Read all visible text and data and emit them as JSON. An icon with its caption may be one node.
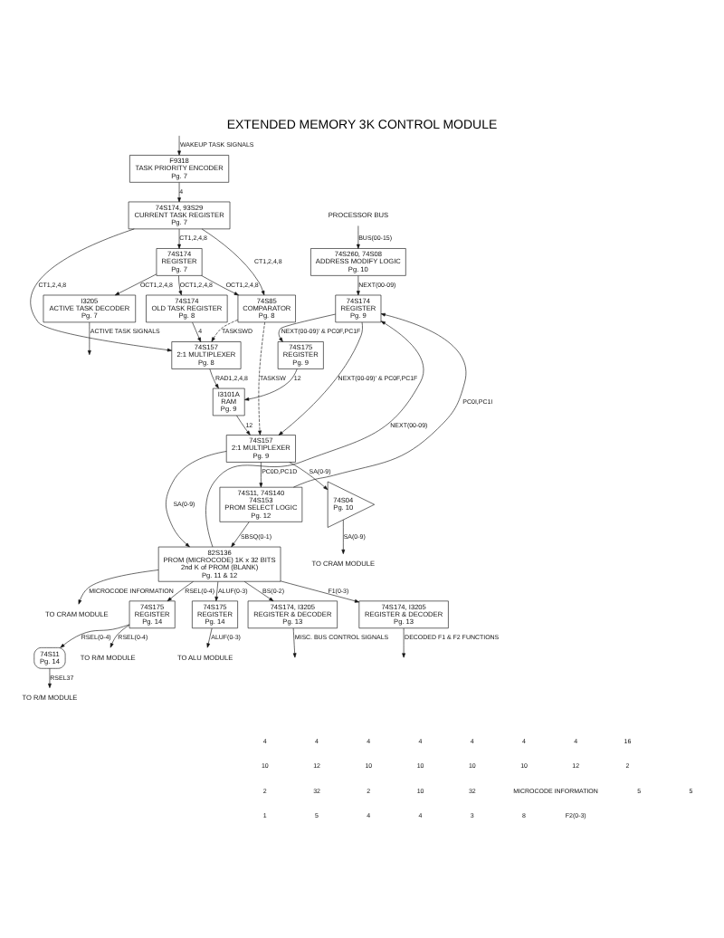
{
  "diagram": {
    "title": "EXTENDED MEMORY 3K CONTROL MODULE",
    "nodes": [
      {
        "text": [
          "F9318",
          "TASK PRIORITY ENCODER",
          "Pg. 7"
        ]
      },
      {
        "text": [
          "74S174",
          "REGISTER",
          "Pg. 7"
        ]
      },
      {
        "text": [
          "I3205",
          "ACTIVE TASK DECODER",
          "Pg. 7"
        ]
      },
      {
        "text": [
          "74S174, 93S29",
          "CURRENT TASK REGISTER",
          "Pg. 7"
        ]
      },
      {
        "text": [
          "74S85",
          "COMPARATOR",
          "Pg. 8"
        ]
      },
      {
        "text": [
          "74S174",
          "OLD TASK REGISTER",
          "Pg. 8"
        ]
      },
      {
        "text": [
          "74S157",
          "2:1 MULTIPLEXER",
          "Pg. 8"
        ]
      },
      {
        "text": [
          "PROCESSOR BUS"
        ]
      },
      {
        "text": [
          "74S260, 74S08",
          "ADDRESS MODIFY LOGIC",
          "Pg. 10"
        ]
      },
      {
        "text": [
          "74S175",
          "REGISTER",
          "Pg. 9"
        ]
      },
      {
        "text": [
          "I3101A",
          "RAM",
          "Pg. 9"
        ]
      },
      {
        "text": [
          "74S04",
          "Pg. 10"
        ]
      },
      {
        "text": [
          "TO CRAM MODULE"
        ]
      },
      {
        "text": [
          "82S136",
          "PROM (MICROCODE) 1K x 32 BITS",
          "2nd K of PROM (BLANK)",
          "Pg. 11 & 12"
        ]
      },
      {
        "text": [
          "74S157",
          "2:1 MULTIPLEXER",
          "Pg. 9"
        ]
      },
      {
        "text": [
          "74S174",
          "REGISTER",
          "Pg. 9"
        ]
      },
      {
        "text": [
          "TO CRAM MODULE"
        ]
      },
      {
        "text": [
          "74S11, 74S140",
          "74S153",
          "PROM SELECT LOGIC",
          "Pg. 12"
        ]
      },
      {
        "text": [
          "74S175",
          "REGISTER",
          "Pg. 14"
        ]
      },
      {
        "text": [
          "74S11",
          "Pg. 14"
        ]
      },
      {
        "text": [
          "TO R/M MODULE"
        ]
      },
      {
        "text": [
          "TO R/M MODULE"
        ]
      },
      {
        "text": [
          "74S175",
          "REGISTER",
          "Pg. 14"
        ]
      },
      {
        "text": [
          "TO ALU MODULE"
        ]
      },
      {
        "text": [
          "74S174, I3205",
          "REGISTER & DECODER",
          "Pg. 13"
        ]
      },
      {
        "text": [
          "74S174, I3205",
          "REGISTER & DECODER",
          "Pg. 13"
        ]
      }
    ],
    "edges": [
      {
        "from": null,
        "to": 0,
        "arrow": "to",
        "label": "WAKEUP TASK SIGNALS"
      },
      {
        "from": 0,
        "to": 3,
        "arrow": "to",
        "label": "4"
      },
      {
        "from": 3,
        "to": 1,
        "arrow": "to",
        "label": "CT1,2,4,8"
      },
      {
        "from": 3,
        "to": 4,
        "arrow": "to",
        "label": "CT1,2,4,8"
      },
      {
        "from": 3,
        "to": 6,
        "arrow": "to",
        "label": "CT1,2,4,8"
      },
      {
        "from": 1,
        "to": 2,
        "arrow": "to",
        "label": "OCT1,2,4,8"
      },
      {
        "from": 1,
        "to": 4,
        "arrow": "to",
        "label": "OCT1,2,4,8"
      },
      {
        "from": 1,
        "to": 5,
        "arrow": "to",
        "label": "OCT1,2,4,8"
      },
      {
        "from": 2,
        "to": null,
        "arrow": "to",
        "label": "ACTIVE TASK SIGNALS"
      },
      {
        "from": 5,
        "to": 6,
        "arrow": "to",
        "label": "4"
      },
      {
        "from": 4,
        "to": 6,
        "arrow": "to",
        "label": "TASKSWD",
        "style": "dashed"
      },
      {
        "from": 4,
        "to": 14,
        "arrow": "to",
        "label": "TASKSW",
        "style": "dashed"
      },
      {
        "from": 6,
        "to": 10,
        "arrow": "to",
        "label": "RAD1,2,4,8"
      },
      {
        "from": 7,
        "to": 8,
        "arrow": "to",
        "label": "BUS(00-15)"
      },
      {
        "from": 8,
        "to": 15,
        "arrow": "to",
        "label": "NEXT(00-09)"
      },
      {
        "from": 15,
        "to": 9,
        "arrow": "to",
        "label": "NEXT(00-09)' & PC0F,PC1F"
      },
      {
        "from": 9,
        "to": 10,
        "arrow": "to",
        "label": "12"
      },
      {
        "from": 10,
        "to": 14,
        "arrow": "to",
        "label": "12"
      },
      {
        "from": 15,
        "to": 14,
        "arrow": "to",
        "label": "NEXT(00-09)' & PC0F,PC1F"
      },
      {
        "from": 14,
        "to": 11,
        "arrow": "to",
        "label": "SA(0-9)"
      },
      {
        "from": 11,
        "to": 12,
        "arrow": "to",
        "label": "SA(0-9)"
      },
      {
        "from": 14,
        "to": 13,
        "arrow": "to",
        "label": "SA(0-9)"
      },
      {
        "from": 14,
        "to": 17,
        "arrow": "to",
        "label": "PC0D,PC1D"
      },
      {
        "from": 17,
        "to": 13,
        "arrow": "to",
        "label": "SBSQ(0-1)"
      },
      {
        "from": 17,
        "to": 15,
        "arrow": "to",
        "label": "PC0I,PC1I"
      },
      {
        "from": 13,
        "to": 16,
        "arrow": "to",
        "label": "MICROCODE INFORMATION"
      },
      {
        "from": 13,
        "to": 15,
        "arrow": "to",
        "label": "NEXT(00-09)"
      },
      {
        "from": 13,
        "to": 18,
        "arrow": "to",
        "label": "RSEL(0-4)"
      },
      {
        "from": 18,
        "to": 19,
        "arrow": "to",
        "label": "RSEL(0-4)"
      },
      {
        "from": 19,
        "to": 20,
        "arrow": "to",
        "label": "RSEL37"
      },
      {
        "from": 18,
        "to": 21,
        "arrow": "to",
        "label": "RSEL(0-4)"
      },
      {
        "from": 13,
        "to": 22,
        "arrow": "to",
        "label": "ALUF(0-3)"
      },
      {
        "from": 22,
        "to": 23,
        "arrow": "to",
        "label": "ALUF(0-3)"
      },
      {
        "from": 13,
        "to": 24,
        "arrow": "to",
        "label": "BS(0-2)"
      },
      {
        "from": 24,
        "to": null,
        "arrow": "to",
        "label": "MISC. BUS CONTROL SIGNALS"
      },
      {
        "from": 13,
        "to": 25,
        "arrow": "to",
        "label": "F1(0-3)"
      },
      {
        "from": 25,
        "to": null,
        "arrow": "to",
        "label": "DECODED F1 & F2 FUNCTIONS"
      }
    ],
    "labels": [
      "4",
      "4",
      "4",
      "4",
      "4",
      "4",
      "4",
      "16",
      "10",
      "12",
      "10",
      "10",
      "10",
      "10",
      "12",
      "2",
      "2",
      "32",
      "2",
      "10",
      "32",
      "MICROCODE INFORMATION",
      "5",
      "5",
      "1",
      "5",
      "4",
      "4",
      "3",
      "8",
      "F2(0-3)"
    ]
  }
}
